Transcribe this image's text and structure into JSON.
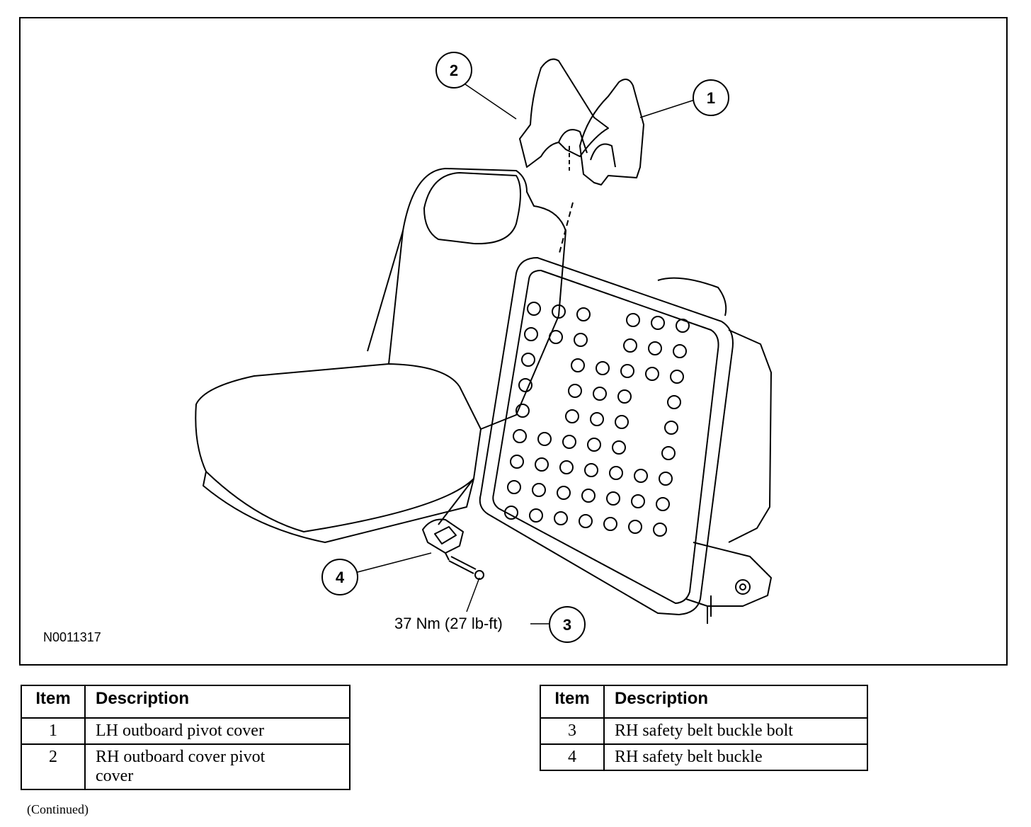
{
  "figure": {
    "id_label": "N0011317",
    "torque_label": "37 Nm (27 lb-ft)",
    "callouts": [
      {
        "num": "1"
      },
      {
        "num": "2"
      },
      {
        "num": "3"
      },
      {
        "num": "4"
      }
    ]
  },
  "tables": [
    {
      "headers": {
        "item": "Item",
        "description": "Description"
      },
      "rows": [
        {
          "item": "1",
          "description": "LH outboard pivot cover"
        },
        {
          "item": "2",
          "description": "RH outboard cover pivot cover"
        }
      ]
    },
    {
      "headers": {
        "item": "Item",
        "description": "Description"
      },
      "rows": [
        {
          "item": "3",
          "description": "RH safety belt buckle bolt"
        },
        {
          "item": "4",
          "description": "RH safety belt buckle"
        }
      ]
    }
  ],
  "footer": {
    "continued": "(Continued)"
  }
}
